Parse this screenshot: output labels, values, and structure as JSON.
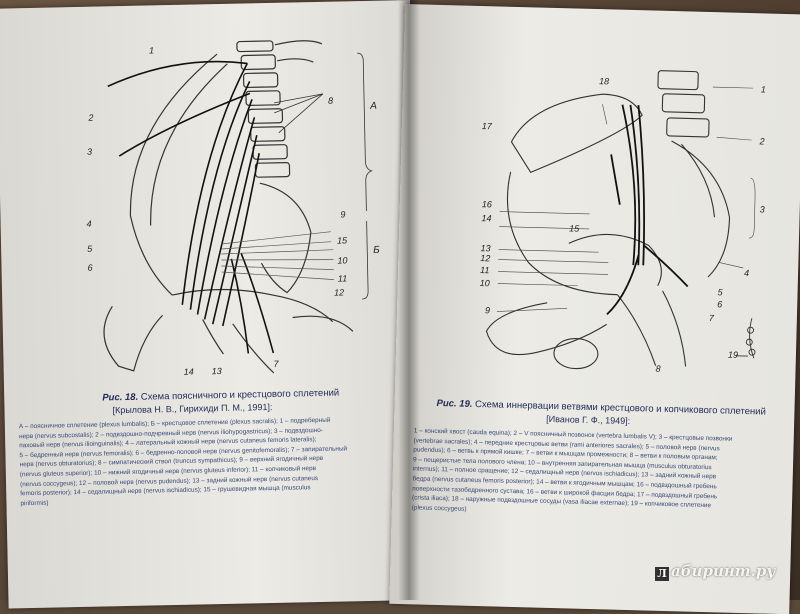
{
  "left_page": {
    "figure_labels": [
      "1",
      "2",
      "3",
      "4",
      "5",
      "6",
      "7",
      "8",
      "9",
      "10",
      "11",
      "12",
      "13",
      "14",
      "15"
    ],
    "bracket_labels": [
      "A",
      "Б"
    ],
    "caption": {
      "number": "Рис. 18.",
      "title": "Схема поясничного и крестцового сплетений",
      "reference": "[Крылова Н. В., Гирихиди П. М., 1991]:"
    },
    "legend_lines": [
      "А – поясничное сплетение (plexus lumbalis); Б – крестцовое сплетение (plexus sacralis); 1 – подреберный",
      "нерв (nervus subcostalis); 2 – подвздошно-подчревный нерв (nervus iliohypogastricus); 3 – подвздошно-",
      "паховый нерв (nervus ilioinguinalis); 4 – латеральный кожный нерв (nervus cutaneus femoris lateralis);",
      "5 – бедренный нерв (nervus femoralis); 6 – бедренно-половой нерв (nervus genitofemoralis); 7 – запирательный",
      "нерв (nervus obturatorius); 8 – симпатический ствол (truncus sympathicus); 9 – верхний ягодичный нерв",
      "(nervus gluteus superior); 10 – нижний ягодичный нерв (nervus gluteus inferior); 11 – копчиковый нерв",
      "(nervus coccygeus); 12 – половой нерв (nervus pudendus); 13 – задний кожный нерв (nervus cutaneus",
      "femoris posterior); 14 – седалищный нерв (nervus ischiadicus); 15 – грушевидная мышца (musculus",
      "piriformis)"
    ]
  },
  "right_page": {
    "figure_labels": [
      "1",
      "2",
      "3",
      "4",
      "5",
      "6",
      "7",
      "8",
      "9",
      "10",
      "11",
      "12",
      "13",
      "14",
      "15",
      "16",
      "17",
      "18",
      "19"
    ],
    "caption": {
      "number": "Рис. 19.",
      "title": "Схема иннервации ветвями крестцового и копчикового сплетений",
      "reference": "[Иванов Г. Ф., 1949]:"
    },
    "legend_lines": [
      "1 – конский хвост (cauda equina); 2 – V поясничный позвонок (vertebra lumbalis V); 3 – крестцовые позвонки",
      "(vertebrae sacrales); 4 – передние крестцовые ветви (rami anteriores sacrales); 5 – половой нерв (nervus",
      "pudendus); 6 – ветвь к прямой кишке; 7 – ветви к мышцам промежности; 8 – ветви к половым органам;",
      "9 – пещеристые тела полового члена; 10 – внутренняя запирательная мышца (musculus obturatorius",
      "internus); 11 – полное сращение; 12 – седалищный нерв (nervus ischiadicus); 13 – задний кожный нерв",
      "бедра (nervus cutaneus femoris posterior); 14 – ветви к ягодичным мышцам; 16 – подвздошный гребень",
      "поверхности тазобедренного сустава; 16 – ветви к широкой фасции бедра; 17 – подвздошный гребень",
      "(crista iliaca); 18 – наружные подвздошные сосуды (vasa iliacae externae); 19 – копчиковое сплетение",
      "(plexus coccygeus)"
    ]
  },
  "watermark": {
    "icon": "labirint-logo-icon",
    "text": "абиринт.ру",
    "logo_letter": "Л"
  }
}
